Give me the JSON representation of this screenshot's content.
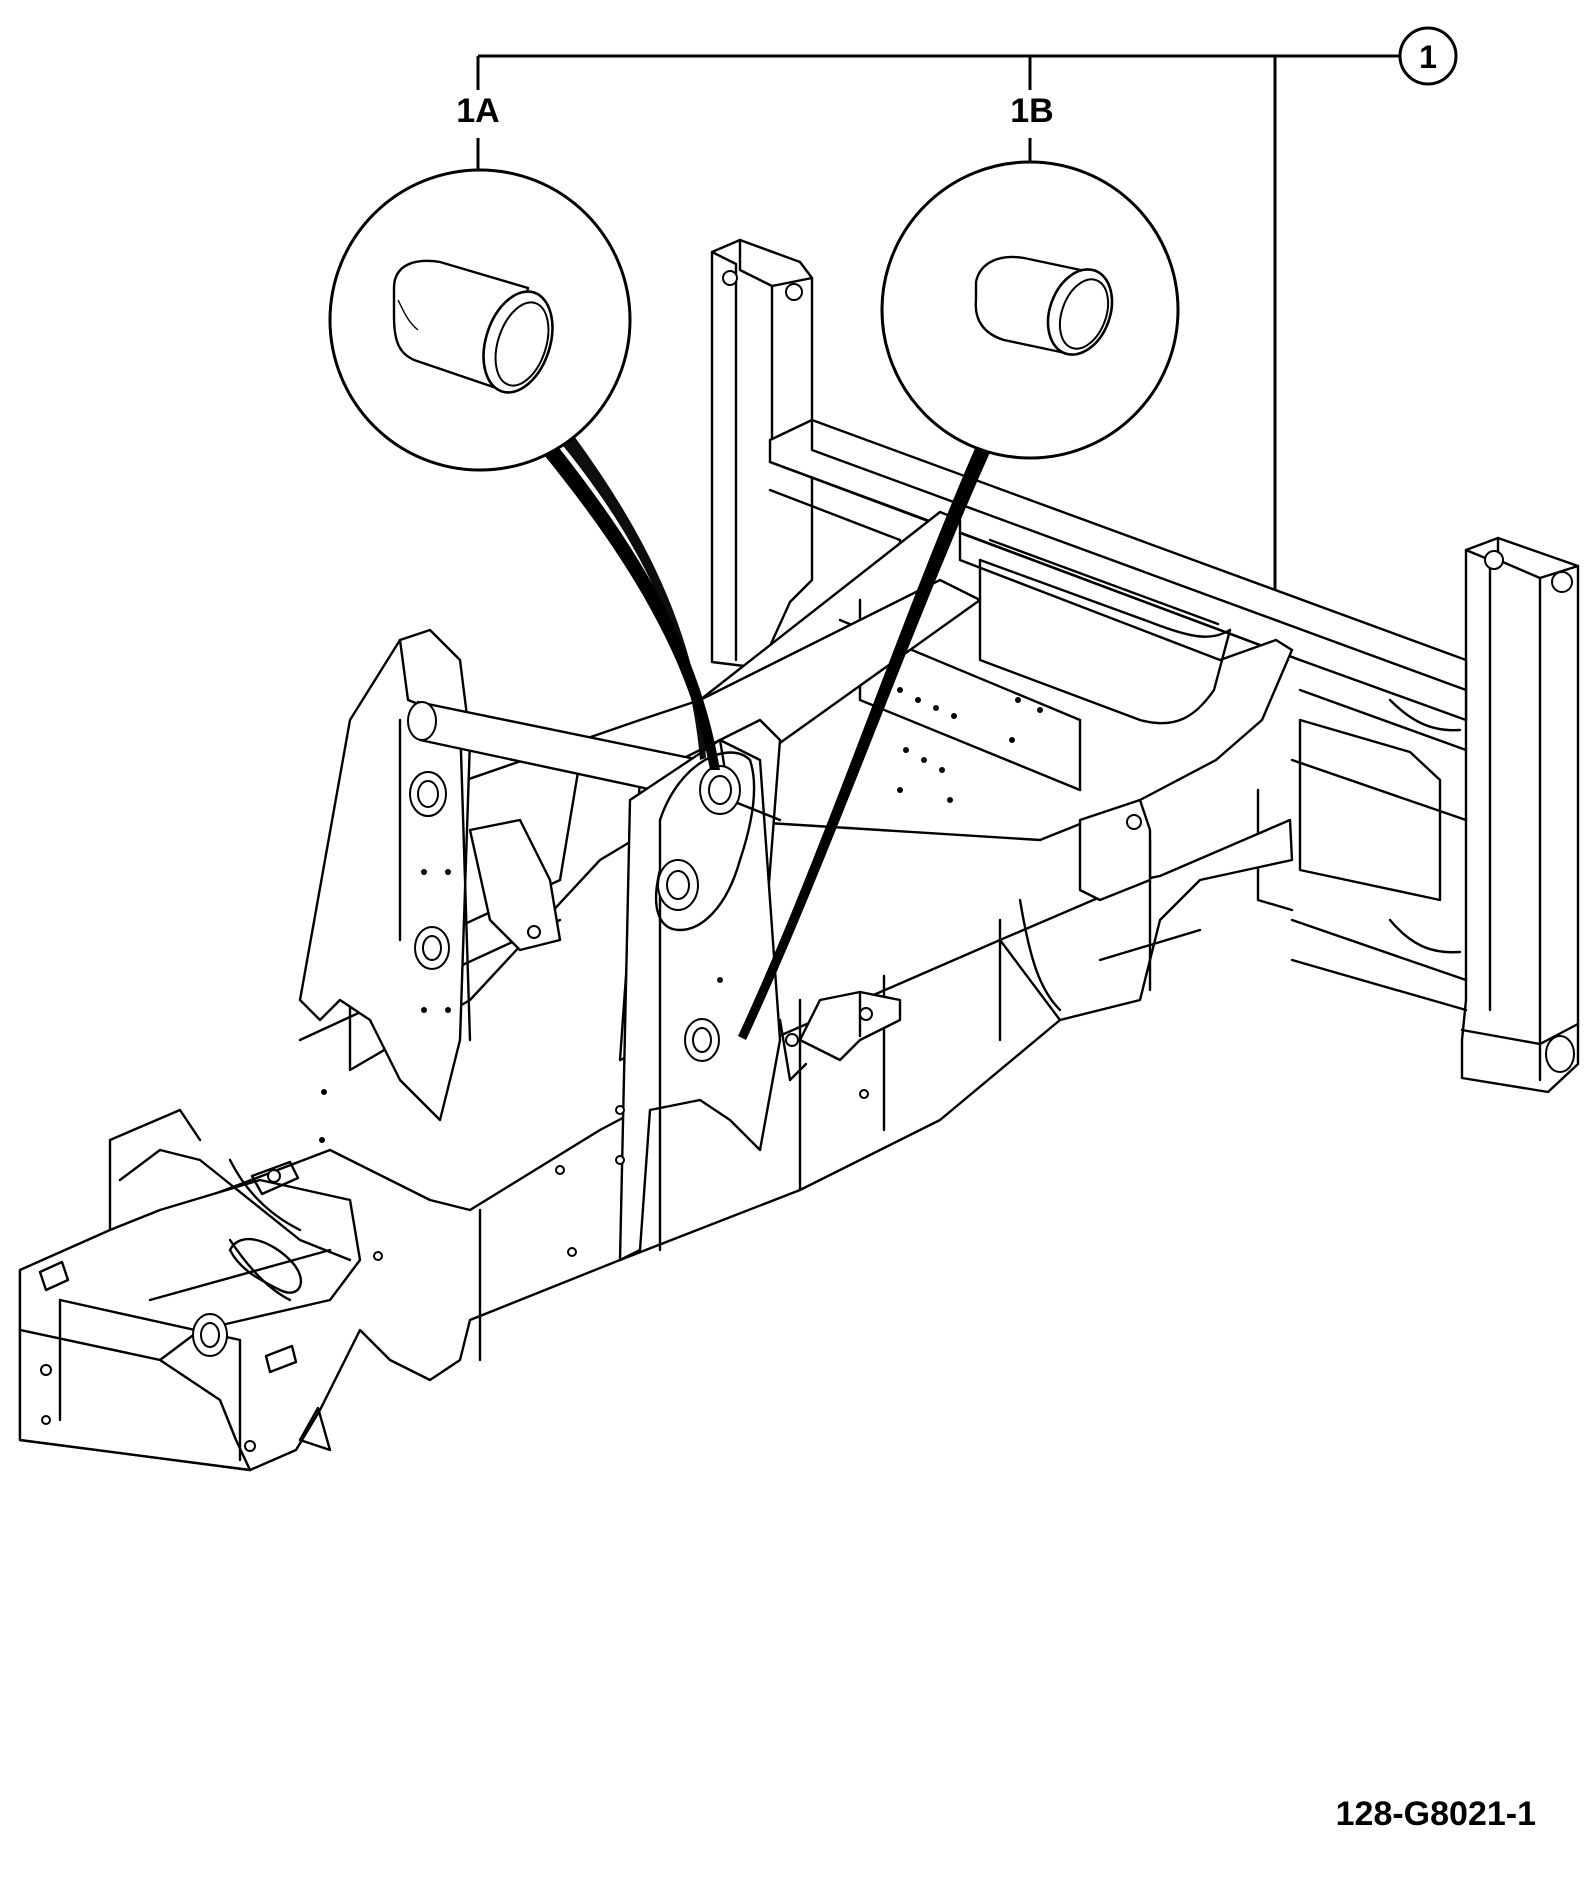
{
  "callouts": {
    "main": {
      "label": "1"
    },
    "bushing_a": {
      "label": "1A"
    },
    "bushing_b": {
      "label": "1B"
    }
  },
  "figure_code": "128-G8021-1",
  "colors": {
    "line": "#000000",
    "background": "#ffffff"
  }
}
